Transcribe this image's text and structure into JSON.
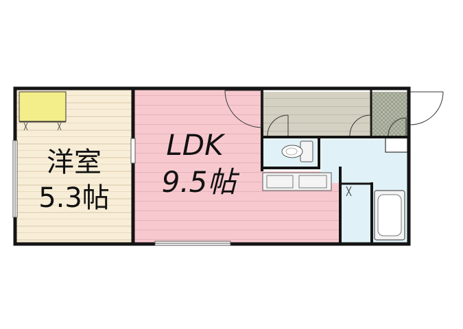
{
  "rooms": {
    "western_room": {
      "name": "洋室",
      "size": "5.3帖"
    },
    "ldk": {
      "name": "LDK",
      "size": "9.5帖"
    }
  },
  "colors": {
    "wall": "#141414",
    "western_floor": "#f8eed8",
    "western_stripe": "#d9c7a8",
    "closet": "#f4ee8a",
    "ldk_floor": "#f7c9cf",
    "ldk_stripe": "#d8a6ad",
    "entry_floor": "#d4d0c2",
    "entry_stripe": "#a8a496",
    "tile_floor": "#9aa08e",
    "wet_area": "#e0f2f7",
    "fixture": "#f4f4f4"
  },
  "icons": [
    "door-swing-icon",
    "toilet-icon",
    "kitchen-counter-icon",
    "bathtub-icon",
    "window-icon"
  ]
}
